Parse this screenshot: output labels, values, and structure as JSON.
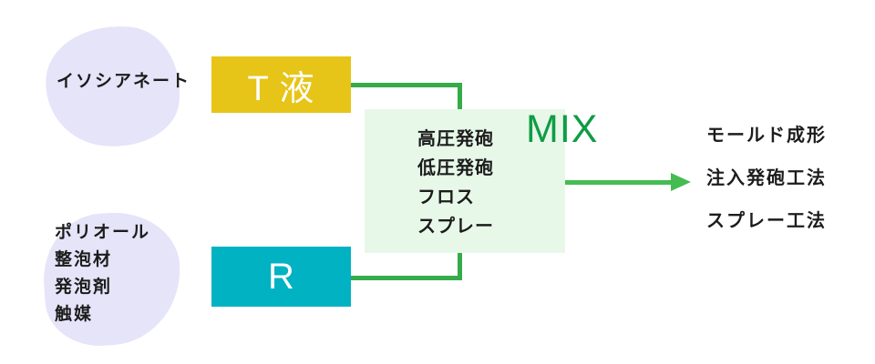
{
  "blob_isocyanate": {
    "label": "イソシアネート"
  },
  "blob_polyol": {
    "lines": [
      "ポリオール",
      "整泡材",
      "発泡剤",
      "触媒"
    ]
  },
  "t_box": {
    "label": "T 液"
  },
  "r_box": {
    "label": "R"
  },
  "mix_box": {
    "title": "MIX",
    "methods": [
      "高圧発砲",
      "低圧発砲",
      "フロス",
      "スプレー"
    ]
  },
  "outputs": {
    "items": [
      "モールド成形",
      "注入発砲工法",
      "スプレー工法"
    ]
  },
  "colors": {
    "t_box_bg": "#e7c418",
    "r_box_bg": "#00b2c2",
    "blob_bg": "#e6e4f8",
    "mix_box_bg": "#e7f8e8",
    "mix_title_text": "#0f9c45",
    "connector_line": "#35ab49",
    "output_arrow": "#45bc51",
    "body_text": "#1c1c1c",
    "box_label_text": "#ffffff"
  }
}
